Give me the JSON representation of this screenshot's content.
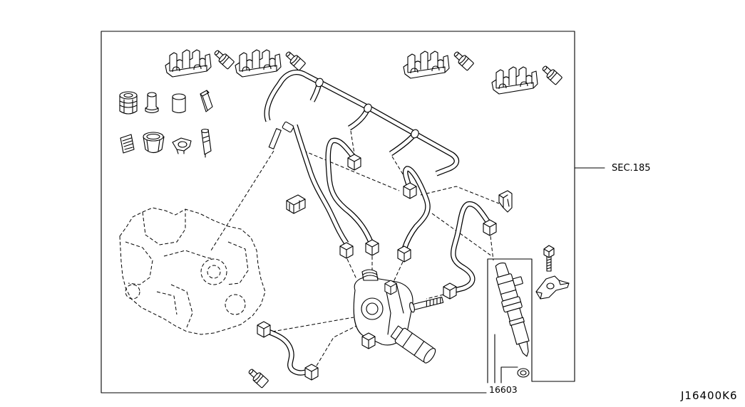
{
  "labels": {
    "section_ref": "SEC.185",
    "part_number": "16603",
    "diagram_code": "J16400K6"
  }
}
